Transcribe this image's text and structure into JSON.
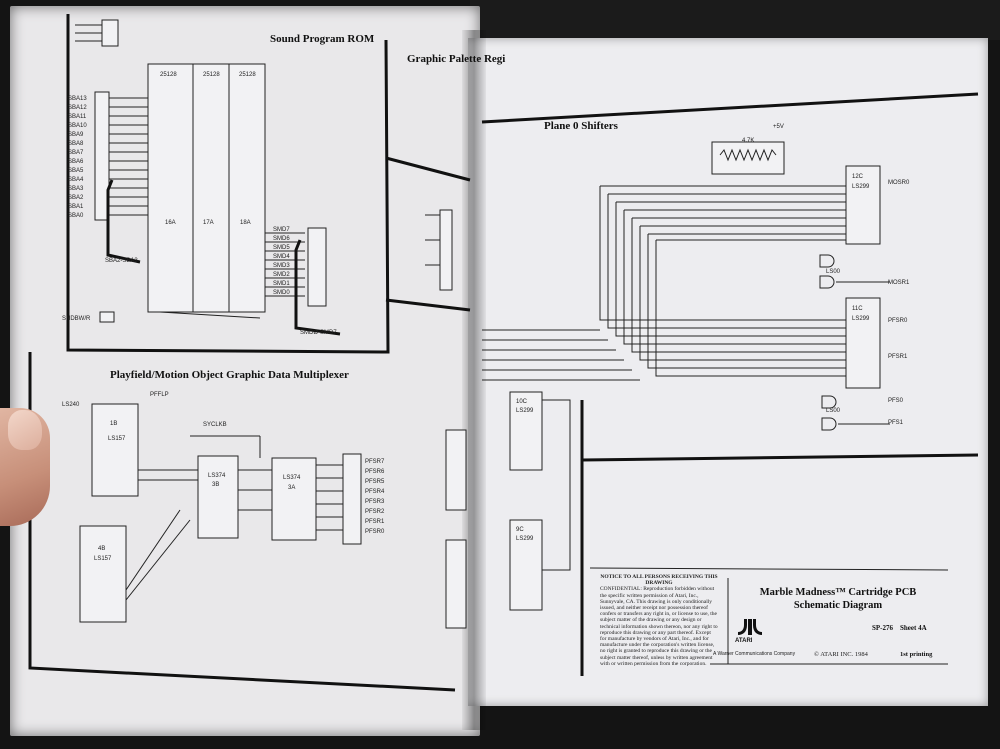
{
  "left_page": {
    "sound_rom_title": "Sound Program ROM",
    "graphic_palette_title": "Graphic Palette Regi",
    "playfield_title": "Playfield/Motion Object Graphic Data Multiplexer",
    "sound_chips": [
      "25128",
      "25128",
      "25128"
    ],
    "sound_chip_locs": [
      "16A",
      "17A",
      "18A"
    ],
    "rom_addr_labels": [
      "SBA13",
      "SBA12",
      "SBA11",
      "SBA10",
      "SBA9",
      "SBA8",
      "SBA7",
      "SBA6",
      "SBA5",
      "SBA4",
      "SBA3",
      "SBA2",
      "SBA1",
      "SBA0"
    ],
    "data_labels": [
      "SMD7",
      "SMD6",
      "SMD5",
      "SMD4",
      "SMD3",
      "SMD2",
      "SMD1",
      "SMD0"
    ],
    "bus_label": "SMDØ-SMD7",
    "bus2_label": "SBA2-SBA3",
    "sndbwr_label": "SNDBW/R",
    "mux_chips": [
      "LS157",
      "LS374",
      "LS374",
      "LS157"
    ],
    "mux_chip_locs": [
      "1B",
      "3B",
      "3A",
      "4B"
    ],
    "mux_outputs": [
      "PFSR7",
      "PFSR6",
      "PFSR5",
      "PFSR4",
      "PFSR3",
      "PFSR2",
      "PFSR1",
      "PFSR0"
    ],
    "sysclkb_label": "SYCLKB",
    "ls240_label": "LS240",
    "pfflp_label": "PFFLP"
  },
  "right_page": {
    "plane_title": "Plane 0 Shifters",
    "shifter_chip": "LS299",
    "shifter_locs": [
      "12C",
      "11C",
      "10C",
      "9C"
    ],
    "resistor_label": "4.7K",
    "voltage": "+5V",
    "outputs": [
      "MOSR0",
      "MOSR1",
      "PFSR0",
      "PFSR1",
      "PFS0",
      "PFS1"
    ],
    "ls00_label": "LS00",
    "notice_heading": "NOTICE TO ALL PERSONS RECEIVING THIS DRAWING",
    "notice_text": "CONFIDENTIAL: Reproduction forbidden without the specific written permission of Atari, Inc., Sunnyvale, CA. This drawing is only conditionally issued, and neither receipt nor possession thereof confers or transfers any right in, or license to use, the subject matter of the drawing or any design or technical information shown thereon, nor any right to reproduce this drawing or any part thereof. Except for manufacture by vendors of Atari, Inc., and for manufacture under the corporation's written license, no right is granted to reproduce this drawing or the subject matter thereof, unless by written agreement with or written permission from the corporation.",
    "title_line1": "Marble Madness™ Cartridge PCB",
    "title_line2": "Schematic Diagram",
    "atari_logo": "ATARI",
    "warner": "A Warner Communications Company",
    "copyright": "© ATARI INC. 1984",
    "sp_number": "SP-276",
    "sheet": "Sheet 4A",
    "printing": "1st printing"
  },
  "colors": {
    "paper": "#ededf0",
    "ink": "#222222",
    "background": "#141414"
  }
}
